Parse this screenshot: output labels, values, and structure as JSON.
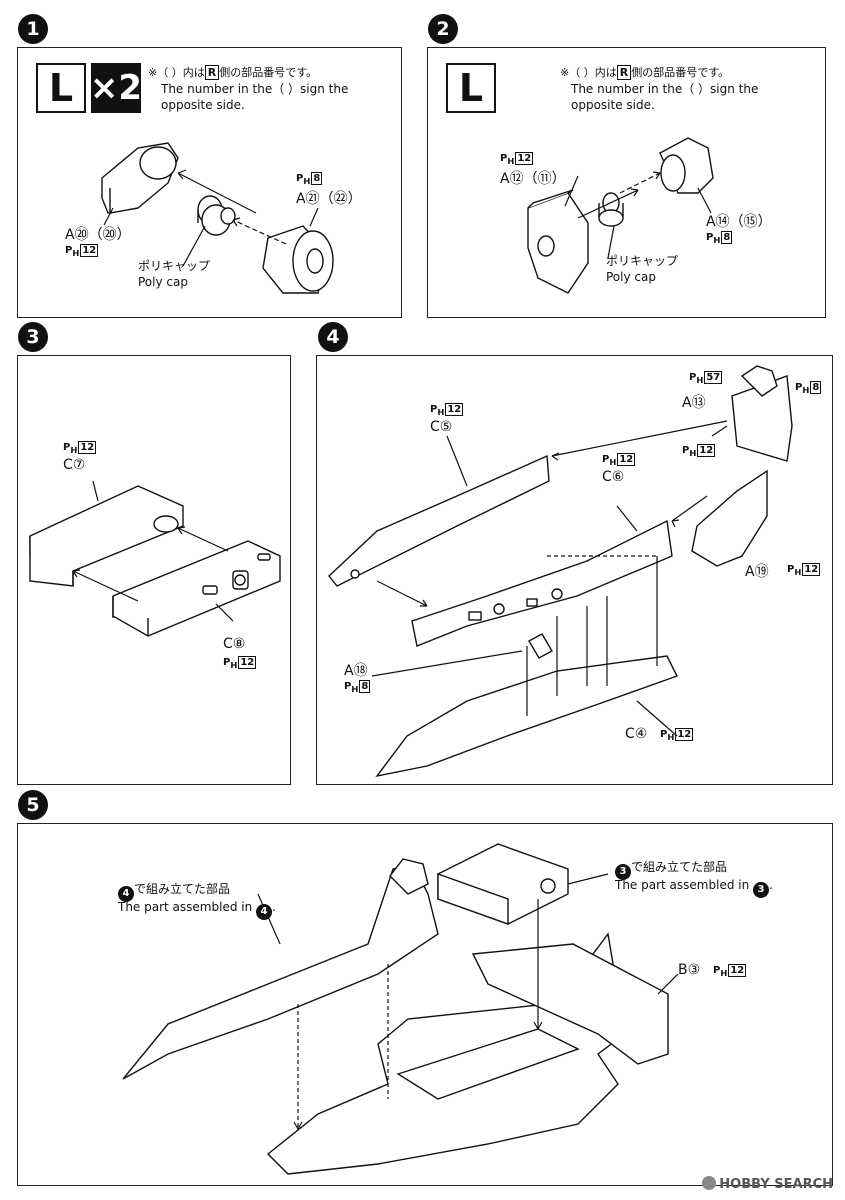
{
  "steps": [
    {
      "num": "1"
    },
    {
      "num": "2"
    },
    {
      "num": "3"
    },
    {
      "num": "4"
    },
    {
      "num": "5"
    }
  ],
  "step1": {
    "side": "L",
    "multiplier": "×2",
    "note_jp_pre": "※（ ）内は",
    "note_jp_side": "R",
    "note_jp_post": "側の部品番号です。",
    "note_en_1": "The number in the（ ）sign the",
    "note_en_2": "opposite side.",
    "part_a": "A⑳（⑳）",
    "part_a_ph": "12",
    "part_b": "A㉑（㉒）",
    "part_b_ph": "8",
    "polycap_jp": "ポリキャップ",
    "polycap_en": "Poly cap",
    "ph_label": "PH"
  },
  "step2": {
    "side": "L",
    "note_jp_pre": "※（ ）内は",
    "note_jp_side": "R",
    "note_jp_post": "側の部品番号です。",
    "note_en_1": "The number in the（ ）sign the",
    "note_en_2": "opposite side.",
    "part_a": "A⑫（⑪）",
    "part_a_ph": "12",
    "part_b": "A⑭（⑮）",
    "part_b_ph": "8",
    "polycap_jp": "ポリキャップ",
    "polycap_en": "Poly cap"
  },
  "step3": {
    "part_a": "C⑦",
    "part_a_ph": "12",
    "part_b": "C⑧",
    "part_b_ph": "12"
  },
  "step4": {
    "c5": "C⑤",
    "c5_ph": "12",
    "c6": "C⑥",
    "c6_ph": "12",
    "a13": "A⑬",
    "a13_ph": "12",
    "a13_ph_top": "57",
    "a13_ph_side": "8",
    "a19": "A⑲",
    "a19_ph": "12",
    "a18": "A⑱",
    "a18_ph": "8",
    "c4": "C④",
    "c4_ph": "12"
  },
  "step5": {
    "ref4_jp": "で組み立てた部品",
    "ref4_num": "4",
    "ref4_en": "The part assembled in",
    "ref3_jp": "で組み立てた部品",
    "ref3_num": "3",
    "ref3_en": "The part assembled in",
    "b3": "B③",
    "b3_ph": "12"
  },
  "watermark": "HOBBY SEARCH"
}
